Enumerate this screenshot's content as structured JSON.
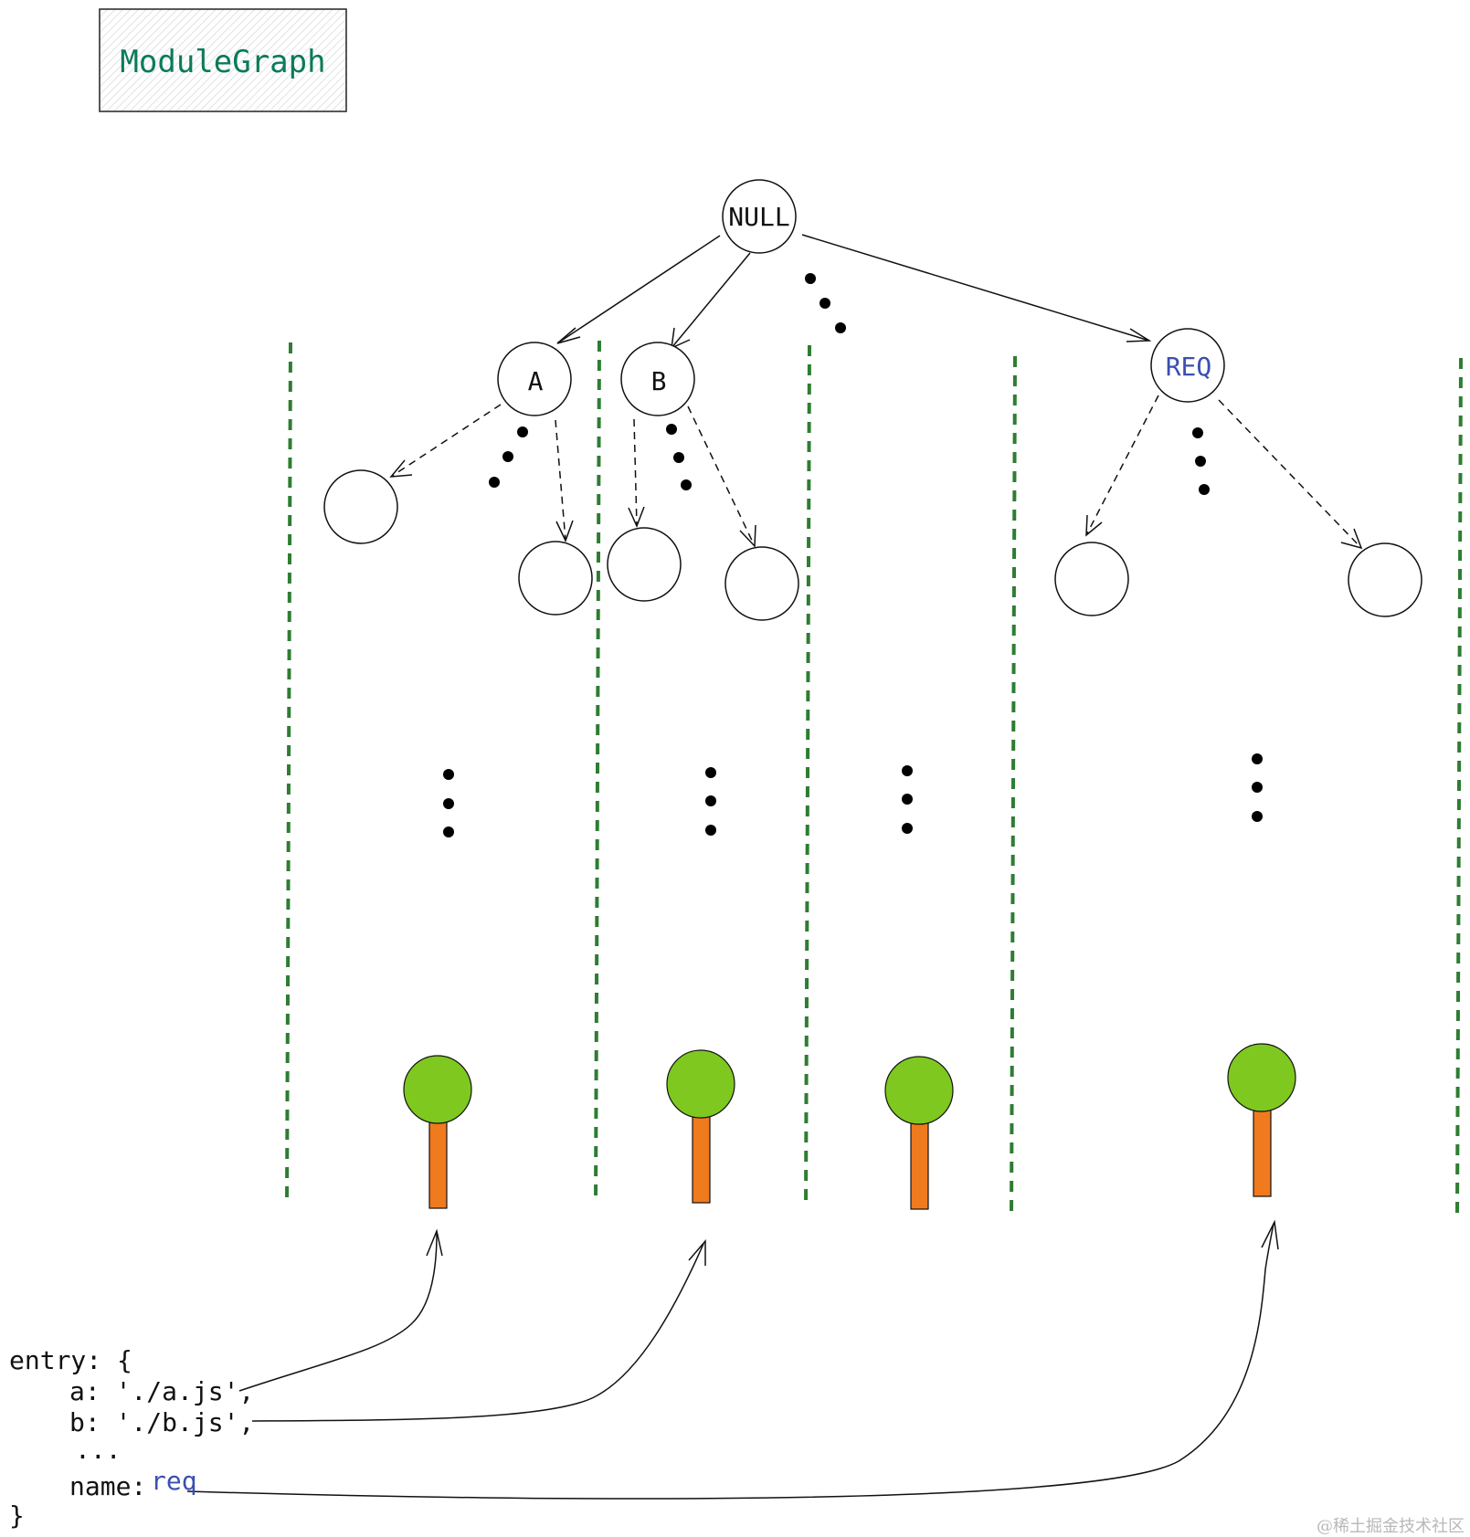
{
  "title": "ModuleGraph",
  "nodes": {
    "root": "NULL",
    "a": "A",
    "b": "B",
    "req": "REQ"
  },
  "code": {
    "line1": "entry: {",
    "line2": "a: './a.js',",
    "line3": "b: './b.js',",
    "line4": "...",
    "line5_key": "name:",
    "line5_value": "req",
    "line6": "}"
  },
  "watermark": "@稀土掘金技术社区",
  "colors": {
    "title": "#0b7a5a",
    "accent": "#3a4fb0",
    "divider": "#2e7d32",
    "tree_top": "#7ec820",
    "tree_trunk": "#f07a1e"
  }
}
